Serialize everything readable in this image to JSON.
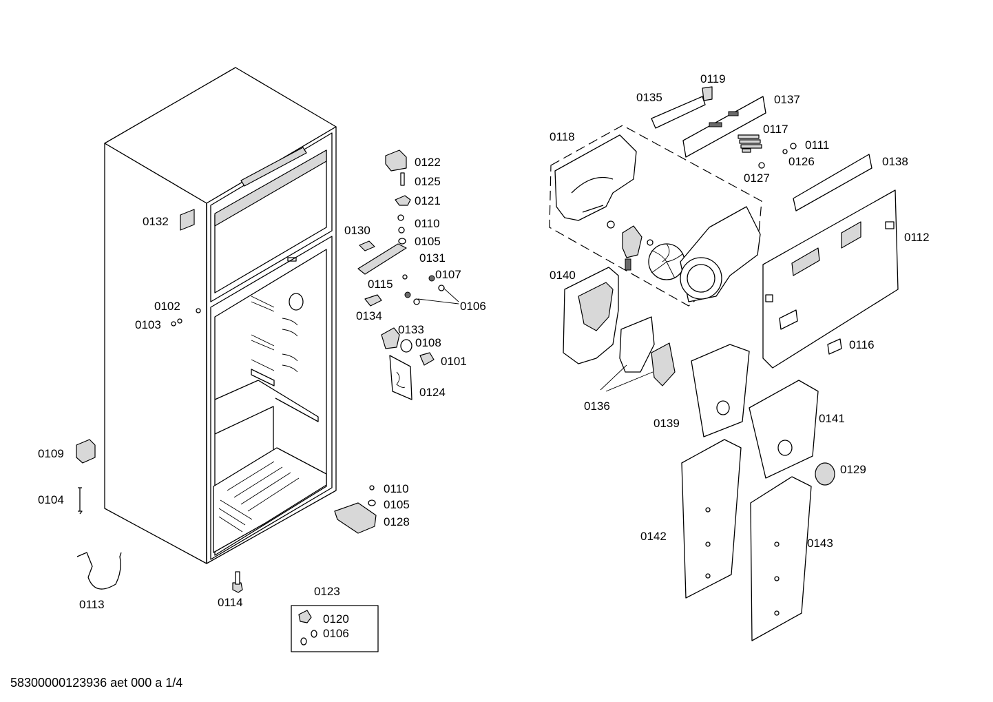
{
  "footer": "58300000123936 aet 000 a 1/4",
  "callouts": [
    "0132",
    "0102",
    "0103",
    "0109",
    "0104",
    "0113",
    "0114",
    "0122",
    "0125",
    "0121",
    "0130",
    "0110",
    "0105",
    "0131",
    "0115",
    "0107",
    "0106",
    "0134",
    "0133",
    "0108",
    "0101",
    "0124",
    "0110",
    "0105",
    "0128",
    "0123",
    "0120",
    "0106",
    "0119",
    "0135",
    "0137",
    "0118",
    "0117",
    "0111",
    "0126",
    "0127",
    "0138",
    "0112",
    "0140",
    "0116",
    "0136",
    "0139",
    "0141",
    "0129",
    "0142",
    "0143"
  ]
}
